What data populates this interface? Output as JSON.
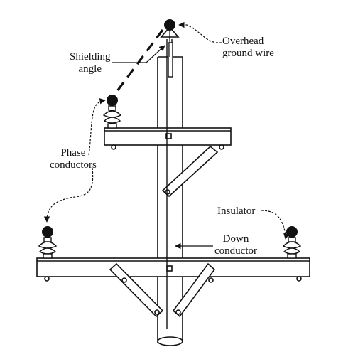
{
  "colors": {
    "ink": "#111111",
    "background": "#ffffff"
  },
  "labels": {
    "overhead_ground_wire": [
      "Overhead",
      "ground wire"
    ],
    "shielding_angle": [
      "Shielding",
      "angle"
    ],
    "phase_conductors": [
      "Phase",
      "conductors"
    ],
    "insulator": "Insulator",
    "down_conductor": [
      "Down",
      "conductor"
    ]
  }
}
